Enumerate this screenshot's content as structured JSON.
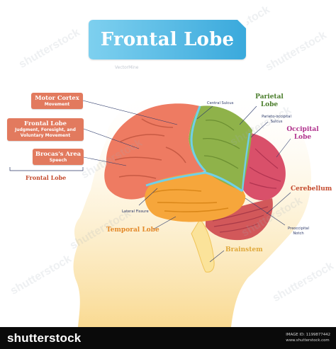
{
  "title": "Frontal Lobe",
  "left_tags": [
    {
      "title": "Motor Cortex",
      "sub": "Movement",
      "color": "#e27a5e"
    },
    {
      "title": "Frontal Lobe",
      "sub": "Judgment, Foresight, and Voluntary Movement",
      "color": "#e27a5e"
    },
    {
      "title": "Brocas's Area",
      "sub": "Speech",
      "color": "#e27a5e"
    }
  ],
  "frontal_lobe_bracket": "Frontal Lobe",
  "labels": {
    "central_sulcus": "Central Sulcus",
    "parietal_lobe": "Parietal Lobe",
    "parieto_occipital_sulcus": "Parieto-occipital Sulcus",
    "occipital_lobe": "Occipital Lobe",
    "cerebellum": "Cerebellum",
    "lateral_fissure": "Lateral Fissure",
    "temporal_lobe": "Temporal Lobe",
    "preoccipital_notch": "Preoccipital Notch",
    "brainstem": "Brainstem"
  },
  "colors": {
    "frontal": "#ee7b62",
    "parietal": "#8fb24a",
    "occipital": "#d9506a",
    "temporal": "#f6a63b",
    "cerebellum": "#d2585a",
    "brainstem": "#fbe39a",
    "sulcus": "#6fd0e8",
    "head": "#fbe7b8",
    "label_green": "#4a7d2b",
    "label_purple": "#b0338e",
    "label_red": "#c44a2d",
    "label_orange": "#e3892a",
    "label_yellow": "#dfa83a",
    "label_navy": "#2d3a6a"
  },
  "footer": {
    "logo": "shutterstock",
    "image_id_label": "IMAGE ID:",
    "image_id": "1199877442",
    "site": "www.shutterstock.com"
  },
  "watermarks": [
    "shutterstock",
    "shutterstock",
    "shutterstock",
    "shutterstock",
    "shutterstock",
    "shutterstock",
    "shutterstock",
    "shutterstock",
    "shutterstock"
  ],
  "watermark_credit": "VectorMine"
}
